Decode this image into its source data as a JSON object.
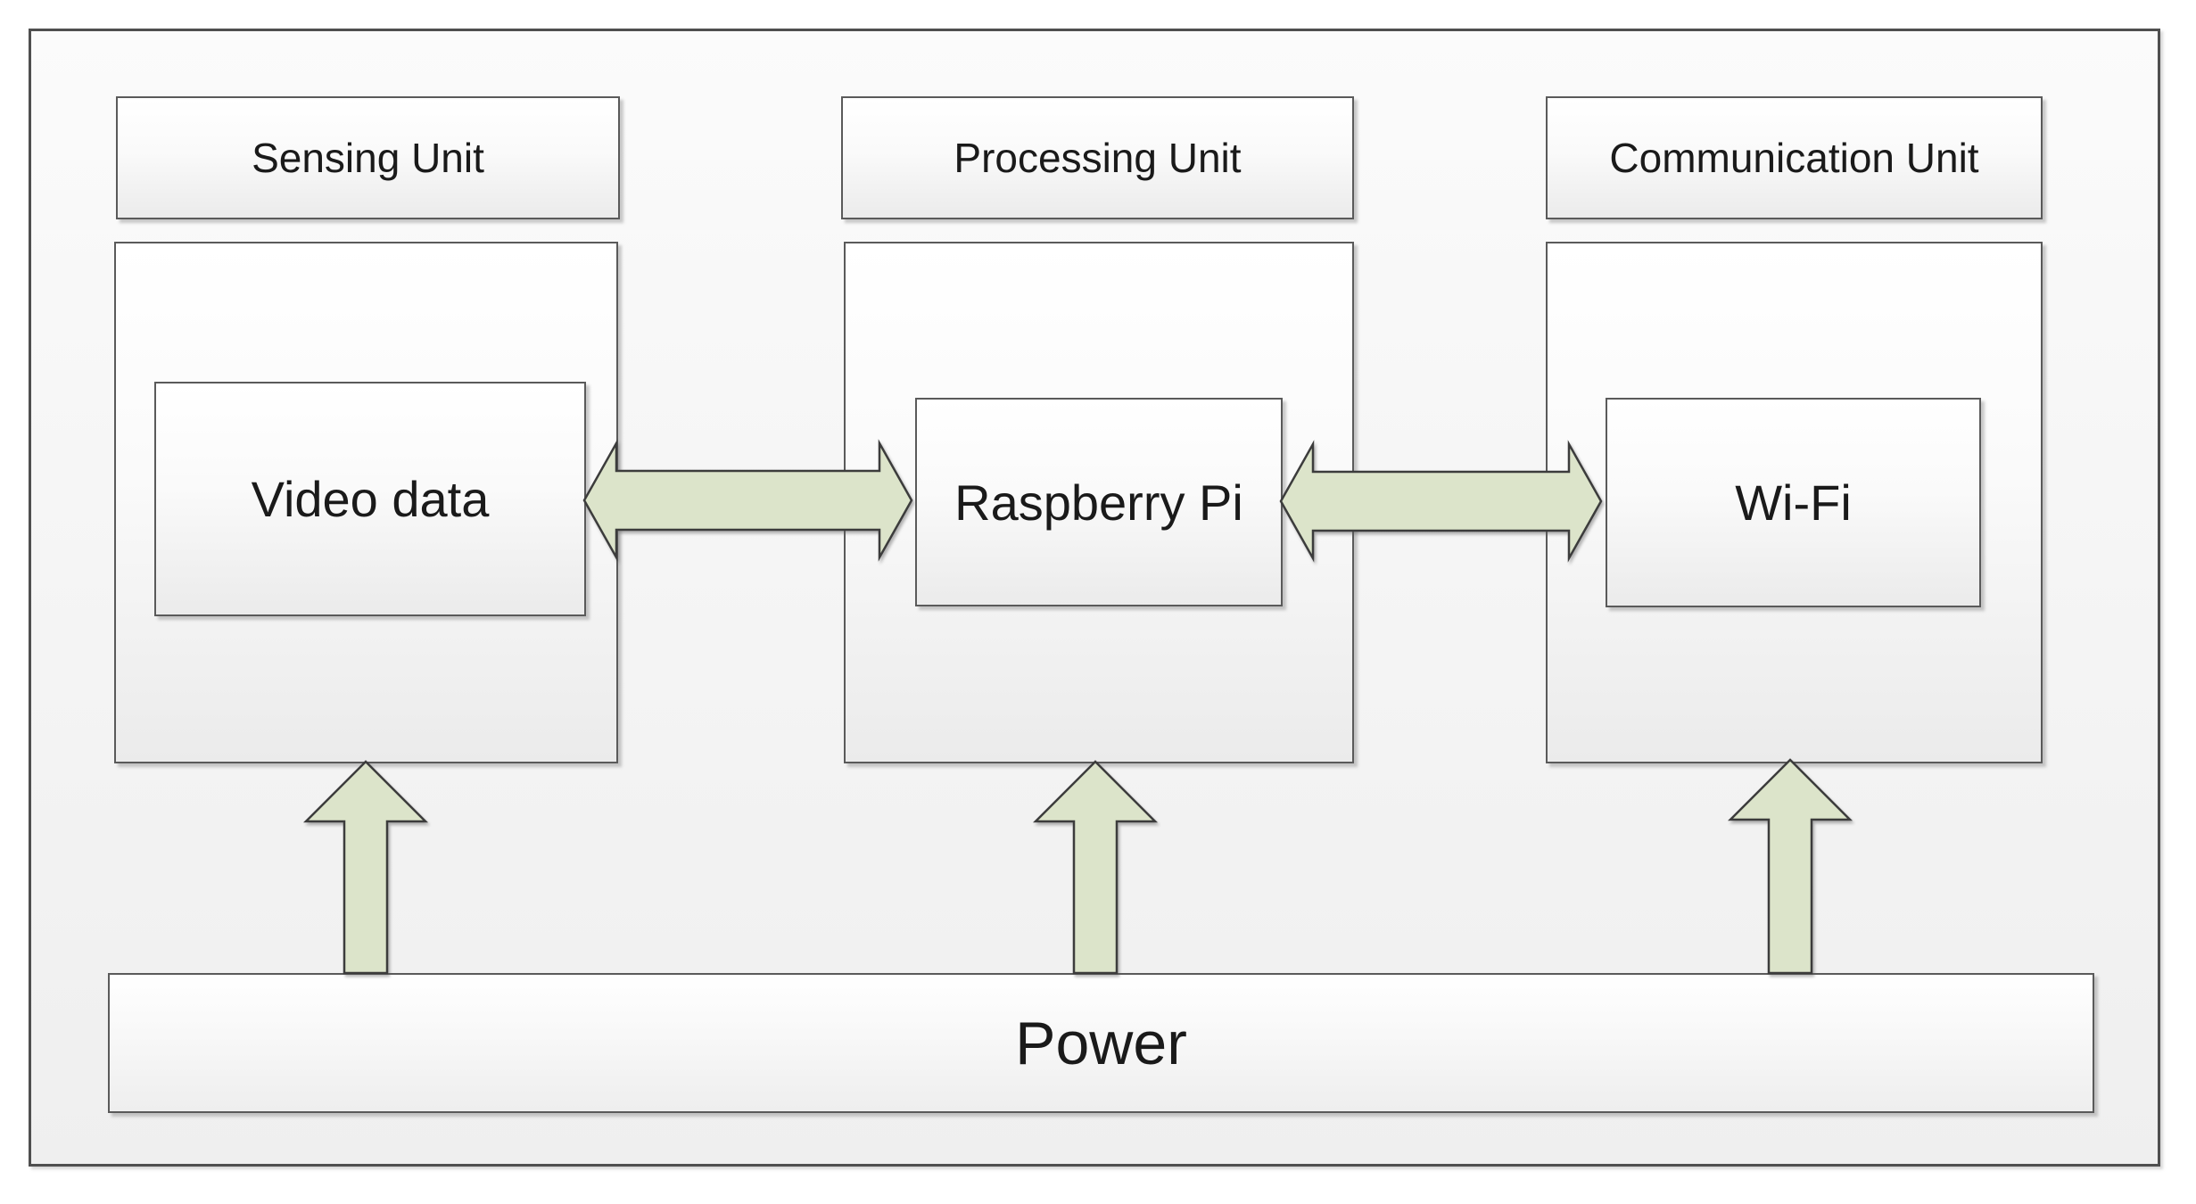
{
  "diagram": {
    "columns": [
      {
        "header": "Sensing Unit",
        "inner": "Video data"
      },
      {
        "header": "Processing Unit",
        "inner": "Raspberry Pi"
      },
      {
        "header": "Communication Unit",
        "inner": "Wi-Fi"
      }
    ],
    "power_label": "Power",
    "colors": {
      "arrow_fill": "#dce4ca",
      "arrow_stroke": "#3c3c3c",
      "box_border": "#5a5a5a",
      "frame_border": "#4f4f4f",
      "text": "#1a1a1a"
    }
  }
}
